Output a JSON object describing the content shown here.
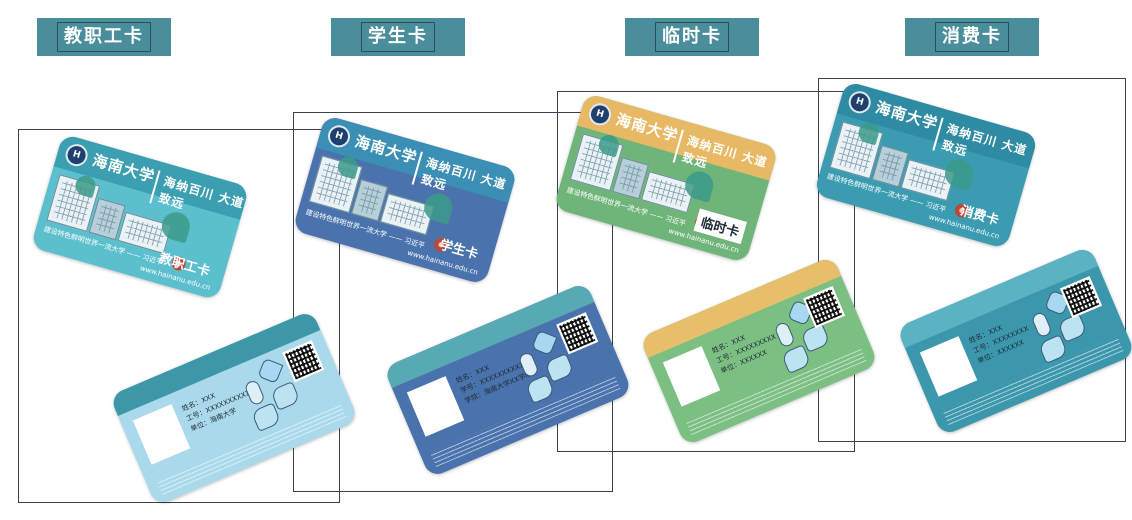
{
  "labels": [
    {
      "text": "教职工卡"
    },
    {
      "text": "学生卡"
    },
    {
      "text": "临时卡"
    },
    {
      "text": "消费卡"
    }
  ],
  "cards": [
    {
      "front": {
        "university": "海南大学",
        "motto": "海纳百川 大道致远",
        "type": "教职工卡",
        "slogan": "建设特色鲜明世界一流大学  —— 习近平",
        "site": "www.hainanu.edu.cn"
      },
      "back": {
        "line1": "姓名：XXX",
        "line2": "工号：XXXXXXXXXXX",
        "line3": "单位：海南大学"
      },
      "colors": {
        "front": "#5cbfcd",
        "back": "#a9d9ea",
        "stripe": "#3e97a9",
        "band": "#3c9fb1"
      }
    },
    {
      "front": {
        "university": "海南大学",
        "motto": "海纳百川 大道致远",
        "type": "学生卡",
        "slogan": "建设特色鲜明世界一流大学  —— 习近平",
        "site": "www.hainanu.edu.cn"
      },
      "back": {
        "line1": "姓名：XXX",
        "line2": "学号：XXXXXXXXXXXX",
        "line3": "学院：海南大学XX学院"
      },
      "colors": {
        "front": "#4a73ad",
        "back": "#4a73ad",
        "stripe": "#57a9b3",
        "band": "#3c8fb4"
      }
    },
    {
      "front": {
        "university": "海南大学",
        "motto": "海纳百川 大道致远",
        "type": "临时卡",
        "slogan": "建设特色鲜明世界一流大学  —— 习近平",
        "site": "www.hainanu.edu.cn"
      },
      "back": {
        "line1": "姓名：XXX",
        "line2": "工号：XXXXXXXXX",
        "line3": "单位：XXXXXX"
      },
      "colors": {
        "front": "#6fb57a",
        "back": "#7cbf83",
        "stripe": "#e7be6a",
        "band": "#e8b964"
      }
    },
    {
      "front": {
        "university": "海南大学",
        "motto": "海纳百川 大道致远",
        "type": "消费卡",
        "slogan": "建设特色鲜明世界一流大学  —— 习近平",
        "site": "www.hainanu.edu.cn"
      },
      "back": {
        "line1": "姓名：XXX",
        "line2": "工号：XXXXXXXX",
        "line3": "单位：XXXXXX"
      },
      "colors": {
        "front": "#3a9bb1",
        "back": "#3c97ad",
        "stripe": "#5ab2c3",
        "band": "#2f8ba3"
      }
    }
  ]
}
